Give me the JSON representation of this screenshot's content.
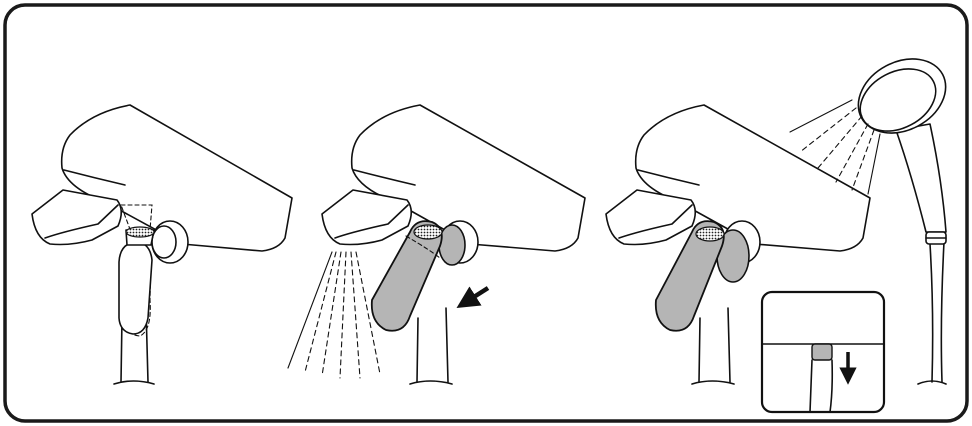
{
  "figure": {
    "panels": [
      {
        "id": "step-1",
        "state": "water to spout off"
      },
      {
        "id": "step-2",
        "state": "spout running"
      },
      {
        "id": "step-3",
        "state": "hand shower running"
      }
    ],
    "inset": {
      "present": true
    },
    "colors": {
      "frame": "#1a1a1a",
      "line": "#111111",
      "highlight": "#b5b5b5",
      "background": "#ffffff"
    },
    "icons": [
      "arrow-icon",
      "arrow-down-icon",
      "spray-icon",
      "hand-shower-icon"
    ]
  }
}
